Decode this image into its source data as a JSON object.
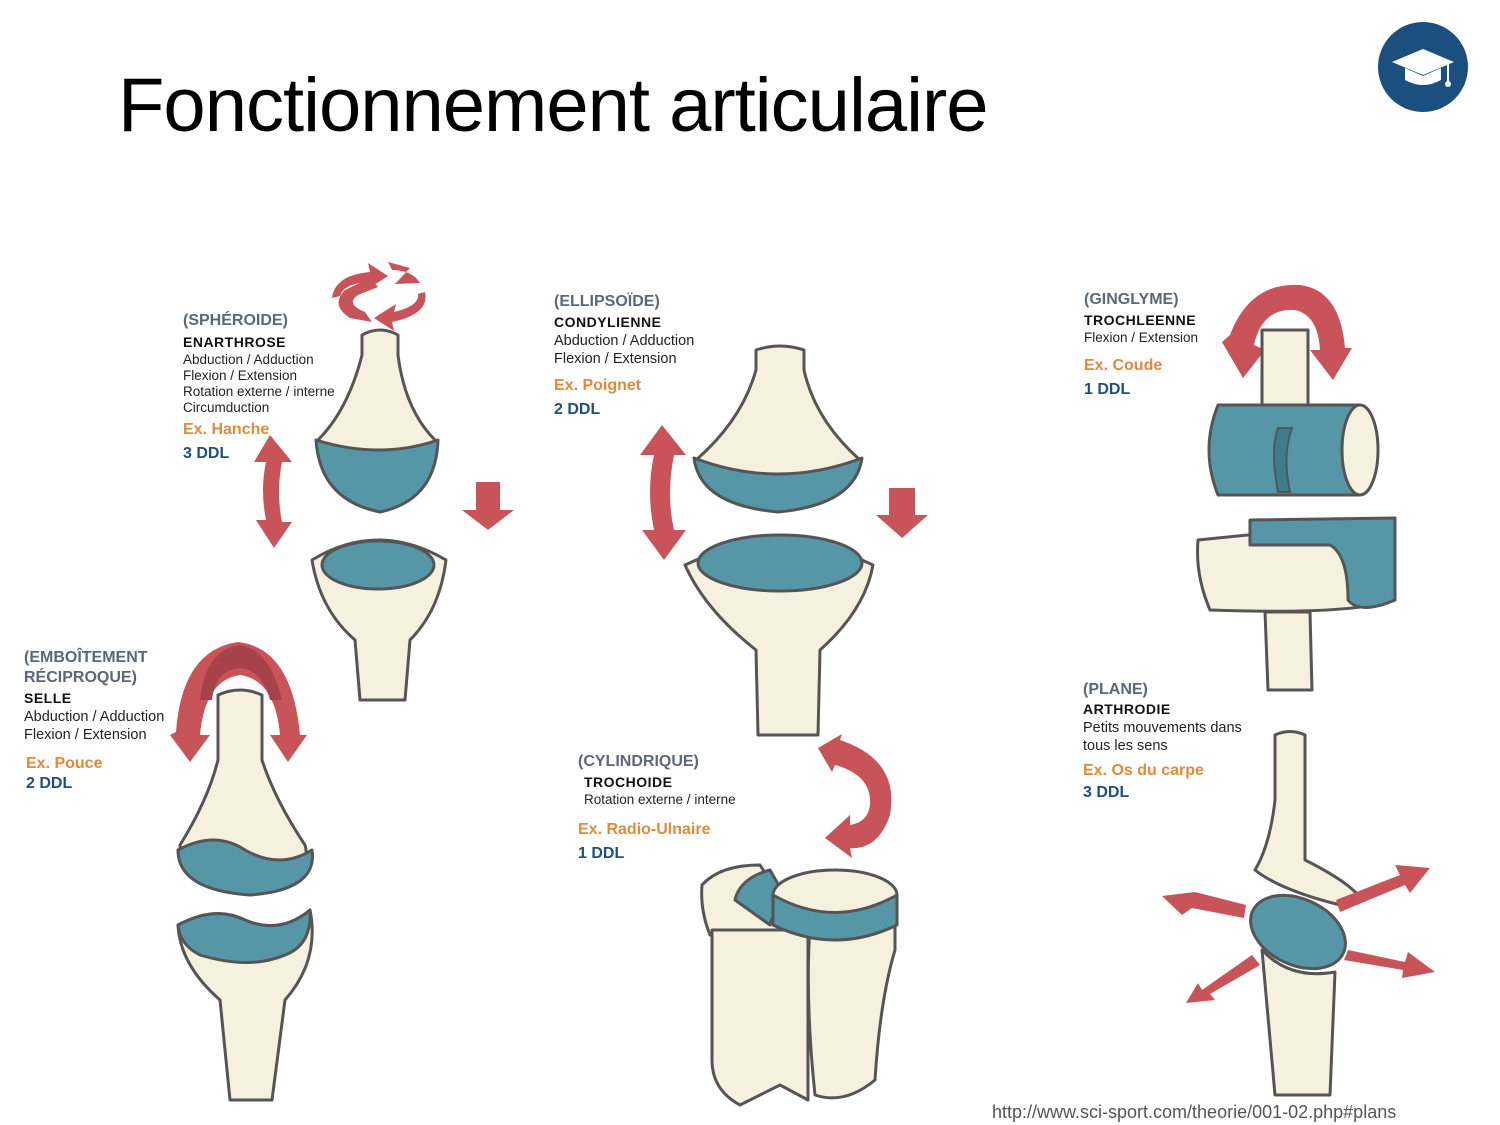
{
  "title": "Fonctionnement articulaire",
  "logo": {
    "icon": "graduation-cap-icon",
    "color": "#1a4f7e"
  },
  "colors": {
    "bone": "#f6f0df",
    "cartilage": "#5597a6",
    "arrow": "#c8545a",
    "outline": "#555555"
  },
  "joints": [
    {
      "id": "spheroide",
      "group": "(SPHÉROIDE)",
      "name": "ENARTHROSE",
      "movements": [
        "Abduction / Adduction",
        "Flexion / Extension",
        "Rotation externe / interne",
        "Circumduction"
      ],
      "example": "Ex. Hanche",
      "ddl": "3 DDL"
    },
    {
      "id": "ellipsoide",
      "group": "(ELLIPSOÏDE)",
      "name": "CONDYLIENNE",
      "movements": [
        "Abduction / Adduction",
        "Flexion / Extension"
      ],
      "example": "Ex. Poignet",
      "ddl": "2 DDL"
    },
    {
      "id": "ginglyme",
      "group": "(GINGLYME)",
      "name": "TROCHLEENNE",
      "movements": [
        "Flexion / Extension"
      ],
      "example": "Ex. Coude",
      "ddl": "1 DDL"
    },
    {
      "id": "emboitement",
      "group": "(EMBOÎTEMENT RÉCIPROQUE)",
      "group_lines": [
        "(EMBOÎTEMENT",
        "RÉCIPROQUE)"
      ],
      "name": "SELLE",
      "movements": [
        "Abduction / Adduction",
        "Flexion / Extension"
      ],
      "example": "Ex. Pouce",
      "ddl": "2 DDL"
    },
    {
      "id": "cylindrique",
      "group": "(CYLINDRIQUE)",
      "name": "TROCHOIDE",
      "movements": [
        "Rotation externe / interne"
      ],
      "example": "Ex. Radio-Ulnaire",
      "ddl": "1 DDL"
    },
    {
      "id": "plane",
      "group": "(PLANE)",
      "name": "ARTHRODIE",
      "movements": [
        "Petits mouvements dans",
        "tous les sens"
      ],
      "example": "Ex. Os du carpe",
      "ddl": "3 DDL"
    }
  ],
  "source": "http://www.sci-sport.com/theorie/001-02.php#plans"
}
